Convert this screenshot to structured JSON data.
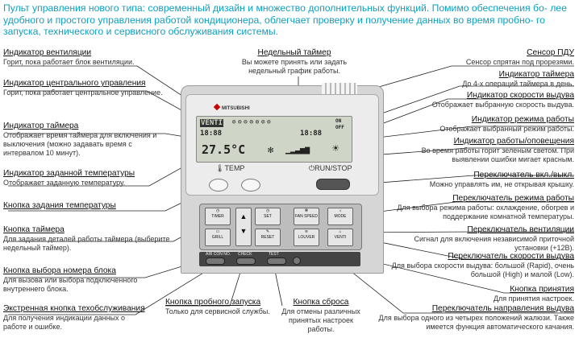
{
  "intro": "Пульт управления нового типа: современный дизайн и множество дополнительных функций. Помимо обеспечения бо- лее удобного и простого управления работой кондиционера, облегчает проверку и получение данных во время пробно- го запуска, технического и сервисного обслуживания системы.",
  "left": [
    {
      "title": "Индикатор вентиляции",
      "desc": "Горит, пока работает блок вентиляции."
    },
    {
      "title": "Индикатор центрального управления",
      "desc": "Горит, пока работает центральное управление."
    },
    {
      "title": "Индикатор таймера",
      "desc": "Отображает время таймера для включения и выключения (можно задавать время с интервалом 10 минут)."
    },
    {
      "title": "Индикатор заданной температуры",
      "desc": "Отображает заданную температуру."
    },
    {
      "title": "Кнопка задания температуры",
      "desc": ""
    },
    {
      "title": "Кнопка таймера",
      "desc": "Для задания деталей работы таймера (выберите недельный таймер)."
    },
    {
      "title": "Кнопка выбора номера блока",
      "desc": "Для вызова или выбора подключенного внутреннего блока."
    },
    {
      "title": "Экстренная кнопка техобслуживания",
      "desc": "Для получения индикации данных о работе и ошибке."
    }
  ],
  "top": {
    "title": "Недельный таймер",
    "desc": "Вы можете принять или задать недельный график работы."
  },
  "bottom": [
    {
      "title": "Кнопка пробного запуска",
      "desc": "Только для сервисной службы."
    },
    {
      "title": "Кнопка сброса",
      "desc": "Для отмены различных принятых настроек работы."
    }
  ],
  "right": [
    {
      "title": "Сенсор ПДУ",
      "desc": "Сенсор спрятан под прорезями."
    },
    {
      "title": "Индикатор таймера",
      "desc": "До 4-х операций таймера в день."
    },
    {
      "title": "Индикатор скорости выдува",
      "desc": "Отображает выбранную скорость выдува."
    },
    {
      "title": "Индикатор режима работы",
      "desc": "Отображает выбранный режим работы."
    },
    {
      "title": "Индикатор работы/оповещения",
      "desc": "Во время работы горит зеленым светом. При выявлении ошибки мигает красным."
    },
    {
      "title": "Переключатель вкл./выкл.",
      "desc": "Можно управлять им, не открывая крышку."
    },
    {
      "title": "Переключатель режима работы",
      "desc": "Для выбора режима работы: охлаждение, обогрев и поддержание комнатной температуры."
    },
    {
      "title": "Переключатель вентиляции",
      "desc": "Сигнал для включения независимой приточной установки (+12В)."
    },
    {
      "title": "Переключатель скорости выдува",
      "desc": "Для выбора скорости выдува: большой (Rapid), очень большой (High) и малой (Low)."
    },
    {
      "title": "Кнопка принятия",
      "desc": "Для принятия настроек."
    },
    {
      "title": "Переключатель направления выдува",
      "desc": "Для выбора одного из четырех положений жалюзи. Также имеется функция автоматического качания."
    }
  ],
  "device": {
    "logo": "MITSUBISHI",
    "temp_label": "TEMP",
    "run_label": "RUN/STOP",
    "lcd_time1": "18:88",
    "lcd_time2": "18:88",
    "lcd_temp": "27.5°C",
    "lcd_onoff": "ON OFF",
    "buttons": [
      {
        "label": "TIMER"
      },
      {
        "label": "GRILL"
      },
      {
        "label": "SET"
      },
      {
        "label": "RESET"
      },
      {
        "label": "FAN SPEED"
      },
      {
        "label": "LOUVER"
      },
      {
        "label": "MODE"
      },
      {
        "label": "VENTI"
      }
    ],
    "bar_labels": [
      "AIR CON NO.",
      "CHECK",
      "TEST"
    ]
  },
  "colors": {
    "intro": "#0f9fbf",
    "lines": "#222222"
  }
}
